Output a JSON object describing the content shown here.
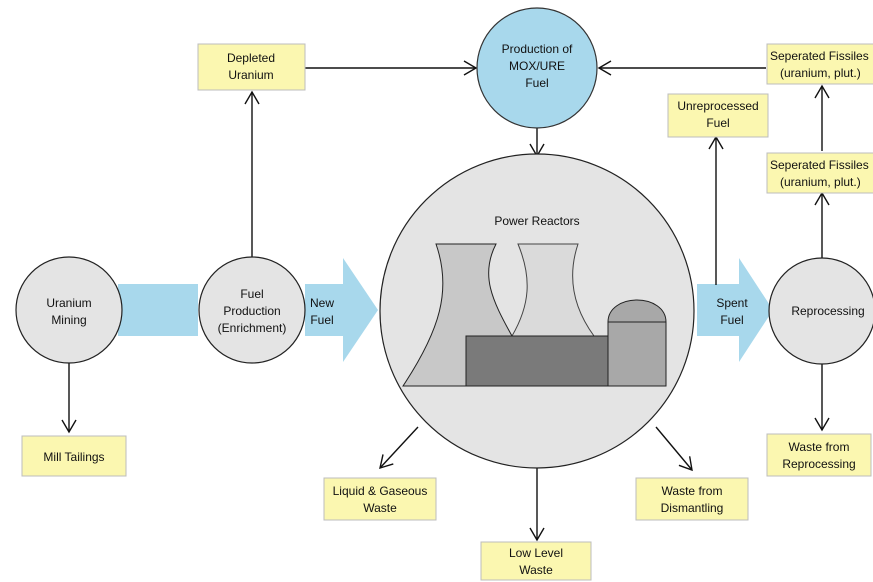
{
  "nodes": {
    "uranium_mining": [
      "Uranium",
      "Mining"
    ],
    "fuel_production": [
      "Fuel",
      "Production",
      "(Enrichment)"
    ],
    "power_reactors": [
      "Power Reactors"
    ],
    "reprocessing": [
      "Reprocessing"
    ],
    "mox_production": [
      "Production of",
      "MOX/URE",
      "Fuel"
    ]
  },
  "flows": {
    "new_fuel": [
      "New",
      "Fuel"
    ],
    "spent_fuel": [
      "Spent",
      "Fuel"
    ]
  },
  "boxes": {
    "depleted_uranium": [
      "Depleted",
      "Uranium"
    ],
    "mill_tailings": [
      "Mill Tailings"
    ],
    "unreprocessed_fuel": [
      "Unreprocessed",
      "Fuel"
    ],
    "separated_fissiles_top": [
      "Seperated Fissiles",
      "(uranium, plut.)"
    ],
    "separated_fissiles_mid": [
      "Seperated Fissiles",
      "(uranium, plut.)"
    ],
    "waste_reprocessing": [
      "Waste from",
      "Reprocessing"
    ],
    "liquid_gaseous_waste": [
      "Liquid & Gaseous",
      "Waste"
    ],
    "low_level_waste": [
      "Low Level",
      "Waste"
    ],
    "waste_dismantling": [
      "Waste from",
      "Dismantling"
    ]
  },
  "colors": {
    "box_fill": "#fbf7b0",
    "flow_arrow": "#a8d8ec",
    "mox_circle": "#a8d8ec",
    "circle_fill": "#e4e4e4",
    "tower_light": "#c8c8c8",
    "building_dark": "#7a7a7a"
  }
}
